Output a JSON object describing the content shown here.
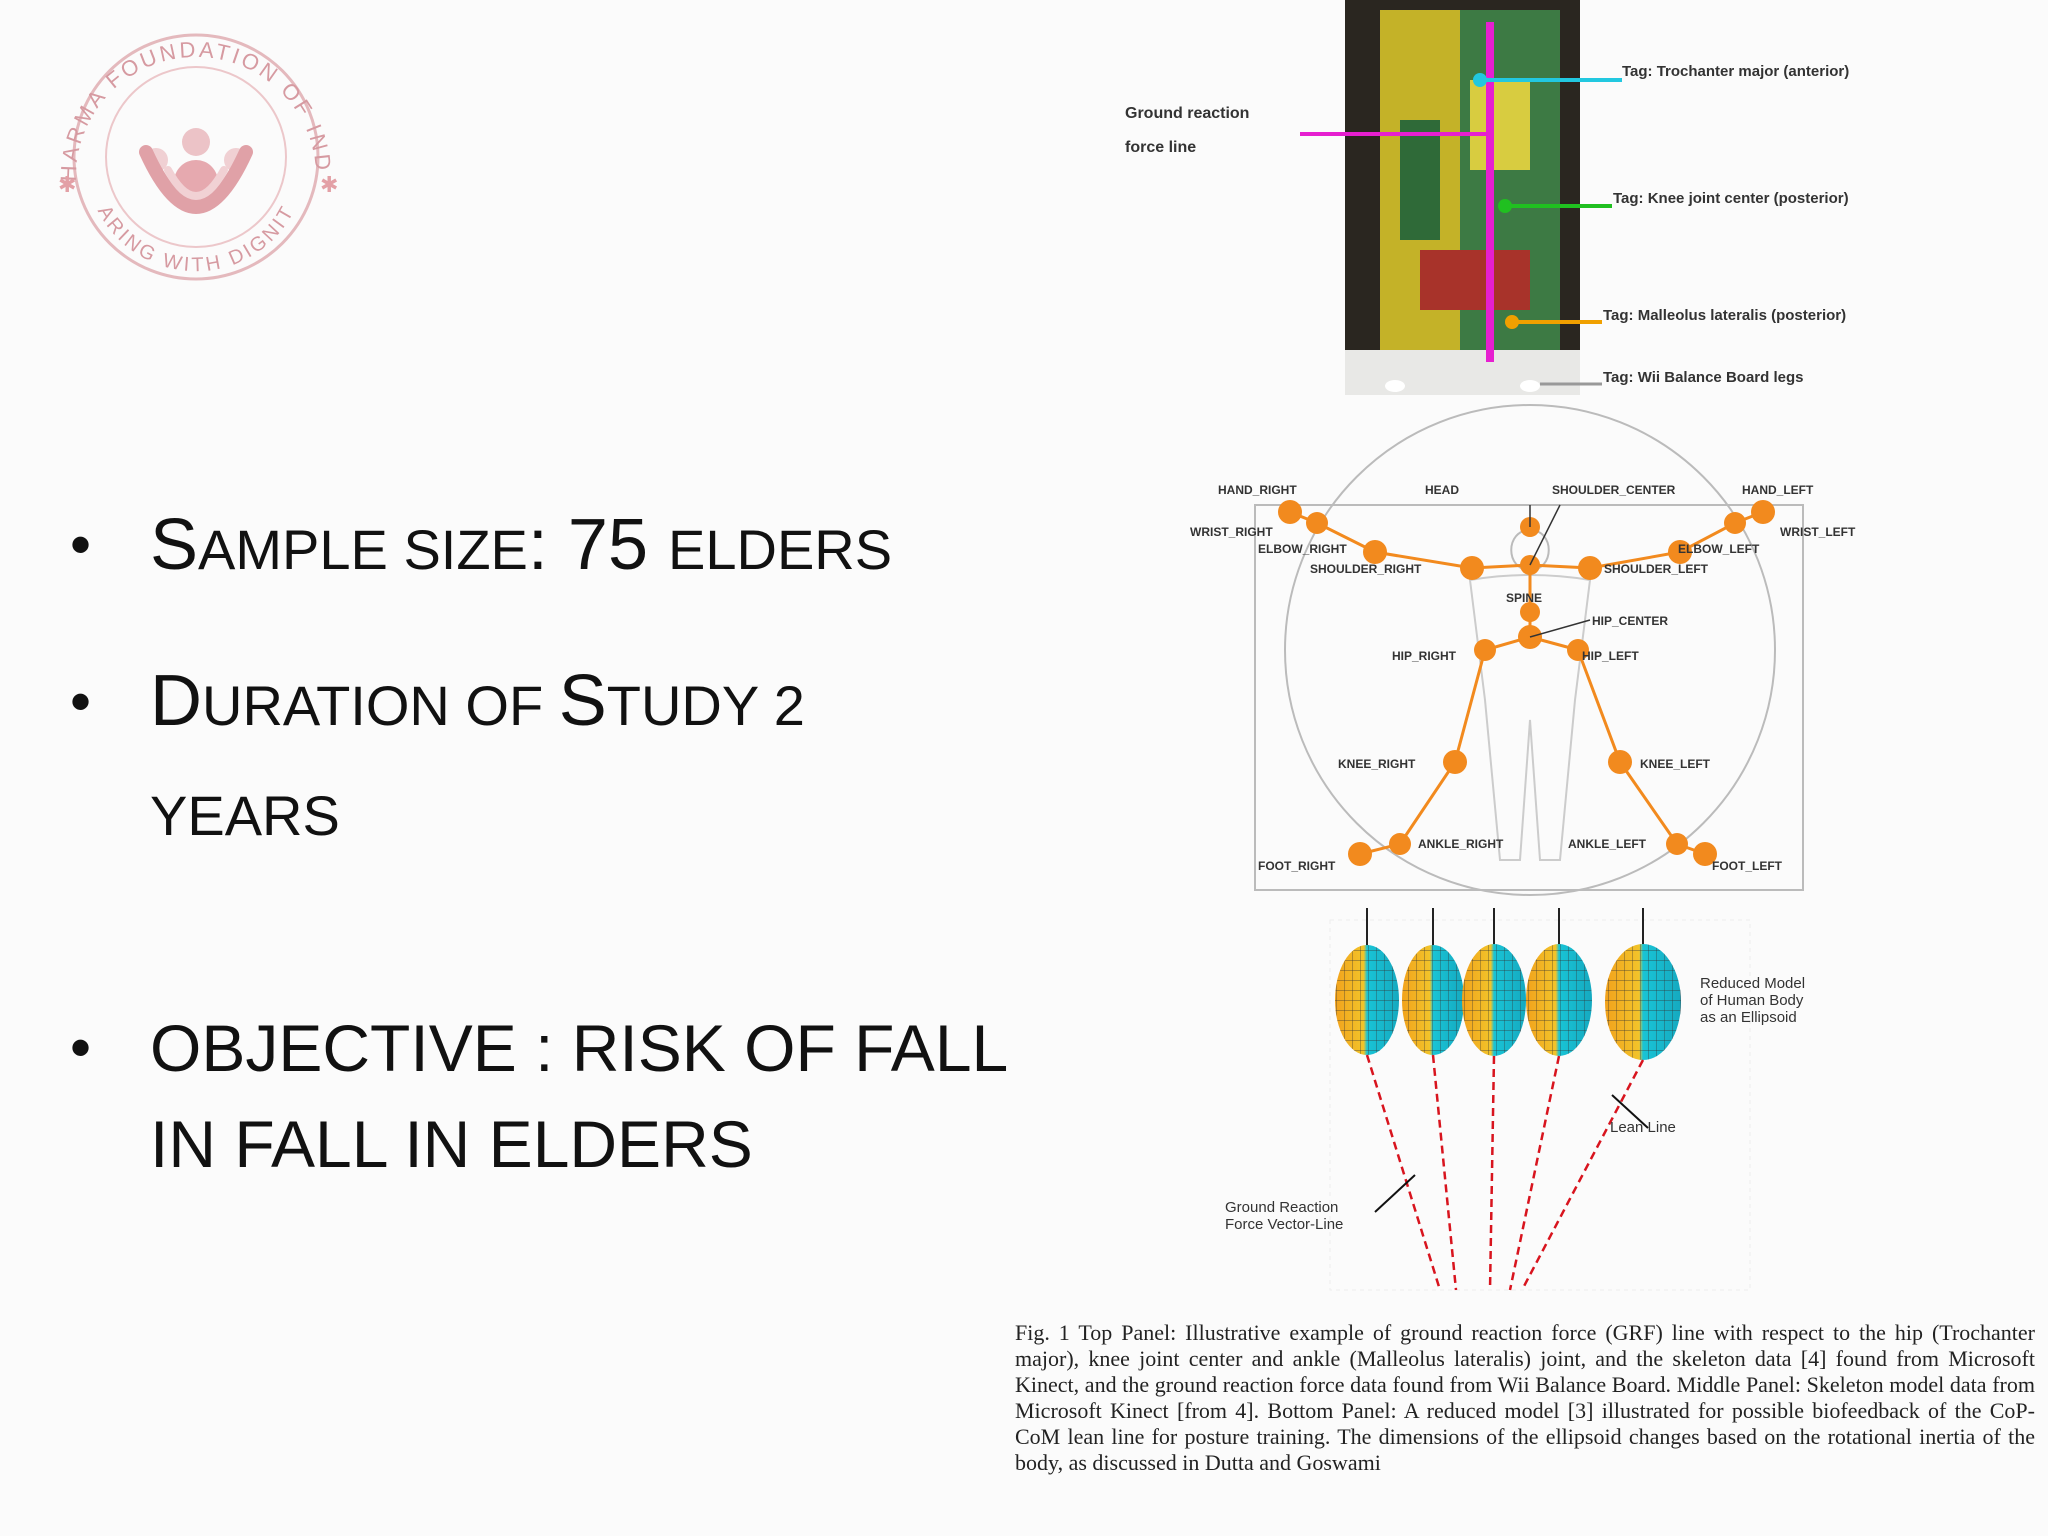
{
  "logo": {
    "top_text": "DHARMA FOUNDATION OF INDIA",
    "bottom_text": "CARING WITH DIGNITY"
  },
  "bullets": {
    "sample_cap": "S",
    "sample_rest": "AMPLE SIZE",
    "sample_mid": ": 75 ",
    "sample_tail": "ELDERS",
    "duration_cap": "D",
    "duration_rest": "URATION OF ",
    "duration_cap2": "S",
    "duration_rest2": "TUDY 2",
    "duration_line2": "YEARS",
    "objective_line1": "OBJECTIVE : RISK OF FALL",
    "objective_line2": "IN FALL IN ELDERS"
  },
  "figure": {
    "top_panel": {
      "grf_label_1": "Ground reaction",
      "grf_label_2": "force line",
      "tag_trochanter": "Tag: Trochanter major (anterior)",
      "tag_knee": "Tag: Knee joint center (posterior)",
      "tag_malleolus": "Tag: Malleolus lateralis (posterior)",
      "tag_wii": "Tag: Wii Balance Board legs"
    },
    "middle_panel": {
      "hand_right": "HAND_RIGHT",
      "head": "HEAD",
      "shoulder_center": "SHOULDER_CENTER",
      "hand_left": "HAND_LEFT",
      "wrist_right": "WRIST_RIGHT",
      "wrist_left": "WRIST_LEFT",
      "elbow_right": "ELBOW_RIGHT",
      "elbow_left": "ELBOW_LEFT",
      "shoulder_right": "SHOULDER_RIGHT",
      "shoulder_left": "SHOULDER_LEFT",
      "spine": "SPINE",
      "hip_center": "HIP_CENTER",
      "hip_right": "HIP_RIGHT",
      "hip_left": "HIP_LEFT",
      "knee_right": "KNEE_RIGHT",
      "knee_left": "KNEE_LEFT",
      "ankle_right": "ANKLE_RIGHT",
      "ankle_left": "ANKLE_LEFT",
      "foot_right": "FOOT_RIGHT",
      "foot_left": "FOOT_LEFT"
    },
    "bottom_panel": {
      "reduced_model_1": "Reduced Model",
      "reduced_model_2": "of Human Body",
      "reduced_model_3": "as an Ellipsoid",
      "lean_line": "Lean Line",
      "grf_vector_1": "Ground Reaction",
      "grf_vector_2": "Force Vector-Line"
    },
    "caption": "Fig. 1  Top Panel: Illustrative example of ground reaction force (GRF) line with respect to the hip (Trochanter major), knee joint center and ankle (Malleolus lateralis) joint, and the skeleton data [4] found from Microsoft Kinect, and the ground reaction force data found from Wii Balance Board. Middle Panel: Skeleton model data from Microsoft Kinect [from 4]. Bottom Panel: A reduced model [3] illustrated for possible biofeedback of the CoP-CoM lean line for posture training. The dimensions of the ellipsoid changes based on the rotational inertia of the body, as discussed in Dutta and Goswami"
  },
  "colors": {
    "grf_line": "#e61fd0",
    "trochanter_marker": "#22c8e0",
    "knee_marker": "#20c020",
    "malleolus_marker": "#f0a000",
    "joint": "#f28a1e",
    "logo": "#d88a92",
    "ellipsoid_cyan": "#19c4d6",
    "ellipsoid_orange": "#f2a21c",
    "vector_red": "#d8141e"
  }
}
